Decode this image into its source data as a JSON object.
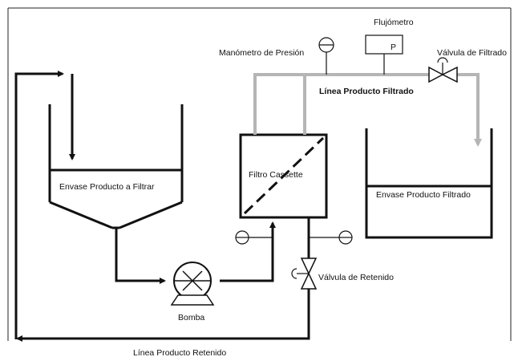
{
  "diagram": {
    "labels": {
      "flujometro": "Flujómetro",
      "manometro": "Manómetro de Presión",
      "valvula_filtrado": "Válvula de Filtrado",
      "linea_filtrado": "Línea Producto Filtrado",
      "envase_filtrar": "Envase Producto a Filtrar",
      "filtro": "Filtro Cassette",
      "envase_filtrado": "Envase Producto Filtrado",
      "valvula_retenido": "Válvula de Retenido",
      "bomba": "Bomba",
      "linea_retenido": "Línea Producto Retenido",
      "flujometro_mark": "P"
    },
    "colors": {
      "pipe_dark": "#111111",
      "pipe_light": "#b5b5b5",
      "frame": "#222222"
    }
  }
}
